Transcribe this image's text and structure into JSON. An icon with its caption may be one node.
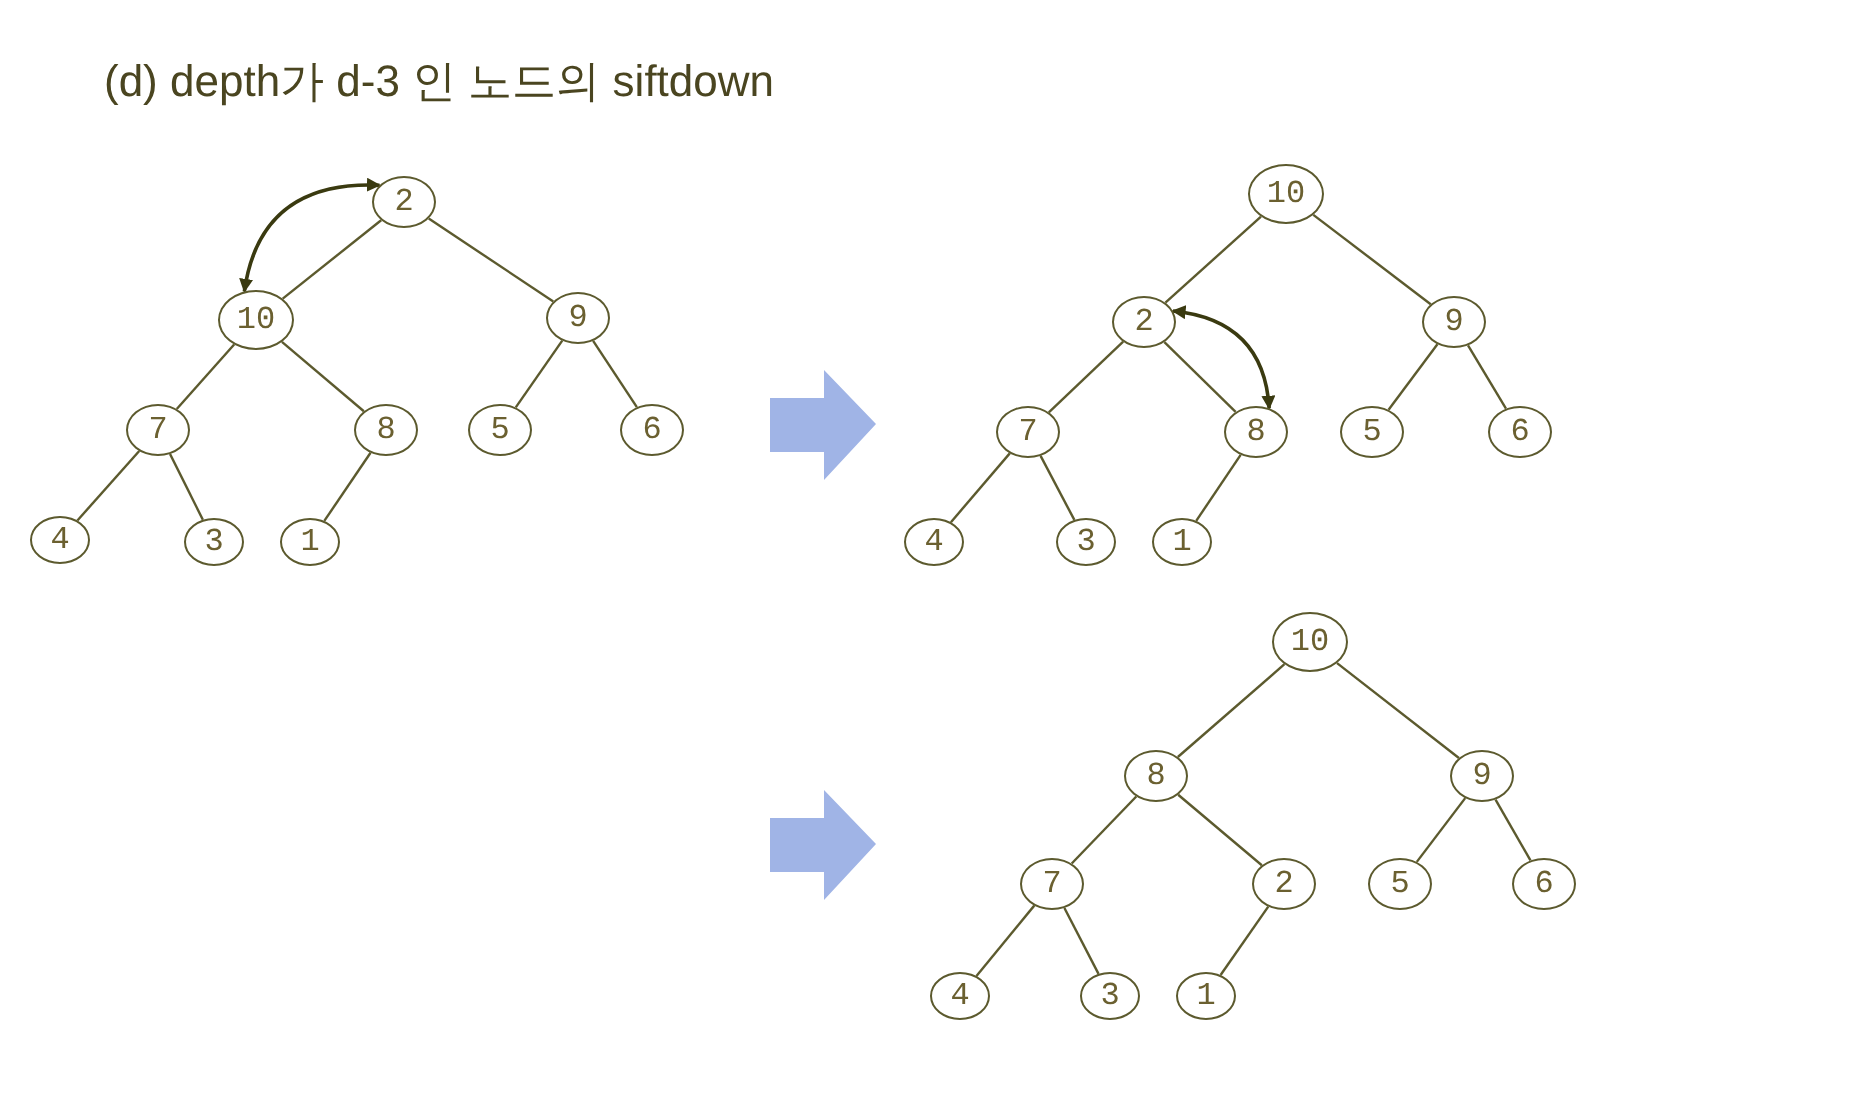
{
  "diagram": {
    "title": "(d) depth가 d-3 인 노드의 siftdown",
    "nodes": [
      {
        "text": [
          "2"
        ]
      },
      {
        "text": [
          "10"
        ]
      },
      {
        "text": [
          "9"
        ]
      },
      {
        "text": [
          "7"
        ]
      },
      {
        "text": [
          "8"
        ]
      },
      {
        "text": [
          "5"
        ]
      },
      {
        "text": [
          "6"
        ]
      },
      {
        "text": [
          "4"
        ]
      },
      {
        "text": [
          "3"
        ]
      },
      {
        "text": [
          "1"
        ]
      },
      {
        "text": [
          "10"
        ]
      },
      {
        "text": [
          "2"
        ]
      },
      {
        "text": [
          "9"
        ]
      },
      {
        "text": [
          "7"
        ]
      },
      {
        "text": [
          "8"
        ]
      },
      {
        "text": [
          "5"
        ]
      },
      {
        "text": [
          "6"
        ]
      },
      {
        "text": [
          "4"
        ]
      },
      {
        "text": [
          "3"
        ]
      },
      {
        "text": [
          "1"
        ]
      },
      {
        "text": [
          "10"
        ]
      },
      {
        "text": [
          "8"
        ]
      },
      {
        "text": [
          "9"
        ]
      },
      {
        "text": [
          "7"
        ]
      },
      {
        "text": [
          "2"
        ]
      },
      {
        "text": [
          "5"
        ]
      },
      {
        "text": [
          "6"
        ]
      },
      {
        "text": [
          "4"
        ]
      },
      {
        "text": [
          "3"
        ]
      },
      {
        "text": [
          "1"
        ]
      }
    ],
    "edges": [
      {
        "from": 0,
        "to": 1,
        "arrow": "none"
      },
      {
        "from": 0,
        "to": 2,
        "arrow": "none"
      },
      {
        "from": 1,
        "to": 3,
        "arrow": "none"
      },
      {
        "from": 1,
        "to": 4,
        "arrow": "none"
      },
      {
        "from": 2,
        "to": 5,
        "arrow": "none"
      },
      {
        "from": 2,
        "to": 6,
        "arrow": "none"
      },
      {
        "from": 3,
        "to": 7,
        "arrow": "none"
      },
      {
        "from": 3,
        "to": 8,
        "arrow": "none"
      },
      {
        "from": 4,
        "to": 9,
        "arrow": "none"
      },
      {
        "from": 0,
        "to": 1,
        "arrow": "both",
        "color": "#3a3a10"
      },
      {
        "from": 10,
        "to": 11,
        "arrow": "none"
      },
      {
        "from": 10,
        "to": 12,
        "arrow": "none"
      },
      {
        "from": 11,
        "to": 13,
        "arrow": "none"
      },
      {
        "from": 11,
        "to": 14,
        "arrow": "none"
      },
      {
        "from": 12,
        "to": 15,
        "arrow": "none"
      },
      {
        "from": 12,
        "to": 16,
        "arrow": "none"
      },
      {
        "from": 13,
        "to": 17,
        "arrow": "none"
      },
      {
        "from": 13,
        "to": 18,
        "arrow": "none"
      },
      {
        "from": 14,
        "to": 19,
        "arrow": "none"
      },
      {
        "from": 11,
        "to": 14,
        "arrow": "both",
        "color": "#3a3a10"
      },
      {
        "from": 20,
        "to": 21,
        "arrow": "none"
      },
      {
        "from": 20,
        "to": 22,
        "arrow": "none"
      },
      {
        "from": 21,
        "to": 23,
        "arrow": "none"
      },
      {
        "from": 21,
        "to": 24,
        "arrow": "none"
      },
      {
        "from": 22,
        "to": 25,
        "arrow": "none"
      },
      {
        "from": 22,
        "to": 26,
        "arrow": "none"
      },
      {
        "from": 23,
        "to": 27,
        "arrow": "none"
      },
      {
        "from": 23,
        "to": 28,
        "arrow": "none"
      },
      {
        "from": 24,
        "to": 29,
        "arrow": "none"
      }
    ]
  }
}
